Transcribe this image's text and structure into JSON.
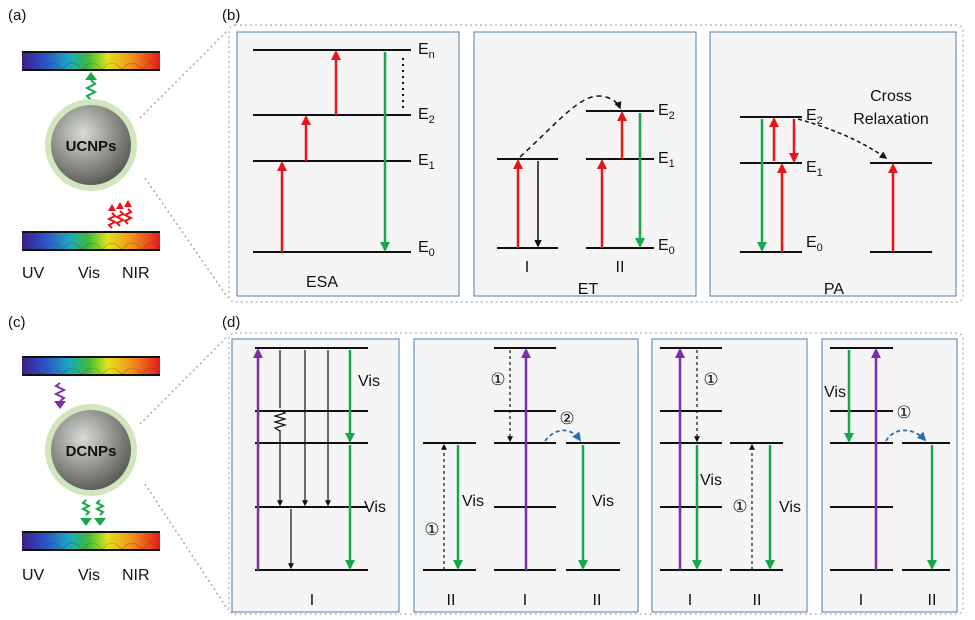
{
  "panel_labels": {
    "a": "(a)",
    "b": "(b)",
    "c": "(c)",
    "d": "(d)"
  },
  "spectrum_labels": {
    "uv": "UV",
    "vis": "Vis",
    "nir": "NIR"
  },
  "particles": {
    "ucnps": "UCNPs",
    "dcnps": "DCNPs"
  },
  "levels": {
    "e0": "E",
    "e1": "E",
    "e2": "E",
    "en": "E",
    "sub0": "0",
    "sub1": "1",
    "sub2": "2",
    "subn": "n"
  },
  "mechanisms": {
    "esa": "ESA",
    "et": "ET",
    "pa": "PA"
  },
  "roman": {
    "one": "I",
    "two": "II"
  },
  "cross_relaxation": {
    "line1": "Cross",
    "line2": "Relaxation"
  },
  "vis_label": "Vis",
  "steps": {
    "one": "①",
    "two": "②"
  },
  "colors": {
    "red": "#e8141b",
    "green": "#18a84a",
    "purple": "#7b2fa6",
    "blue_dash": "#2a6db5",
    "panel_border": "#6f8fb3",
    "panel_fill": "#f5f5f5"
  }
}
